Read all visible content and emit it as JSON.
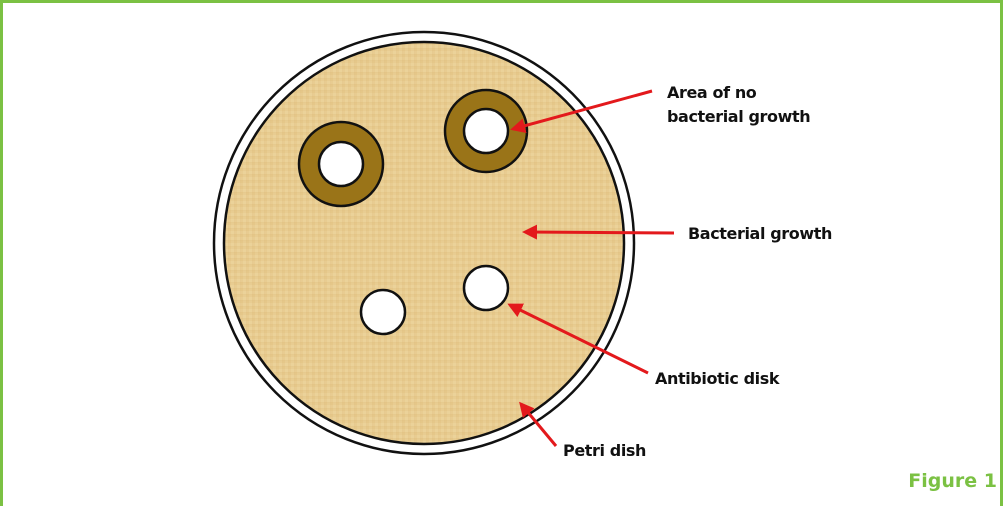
{
  "figure": {
    "caption": "Figure 1",
    "labels": {
      "no_growth": [
        "Area of no",
        "bacterial growth"
      ],
      "bacterial_growth": "Bacterial growth",
      "antibiotic_disk": "Antibiotic disk",
      "petri_dish": "Petri dish"
    }
  },
  "colors": {
    "border": "#7bc143",
    "agar": "#e8cc91",
    "inhibition_zone": "#9a7418",
    "arrow": "#e3191c",
    "caption": "#7bc143"
  },
  "icons": {
    "arrow": "red-arrow-icon",
    "disk": "antibiotic-disk-icon"
  }
}
